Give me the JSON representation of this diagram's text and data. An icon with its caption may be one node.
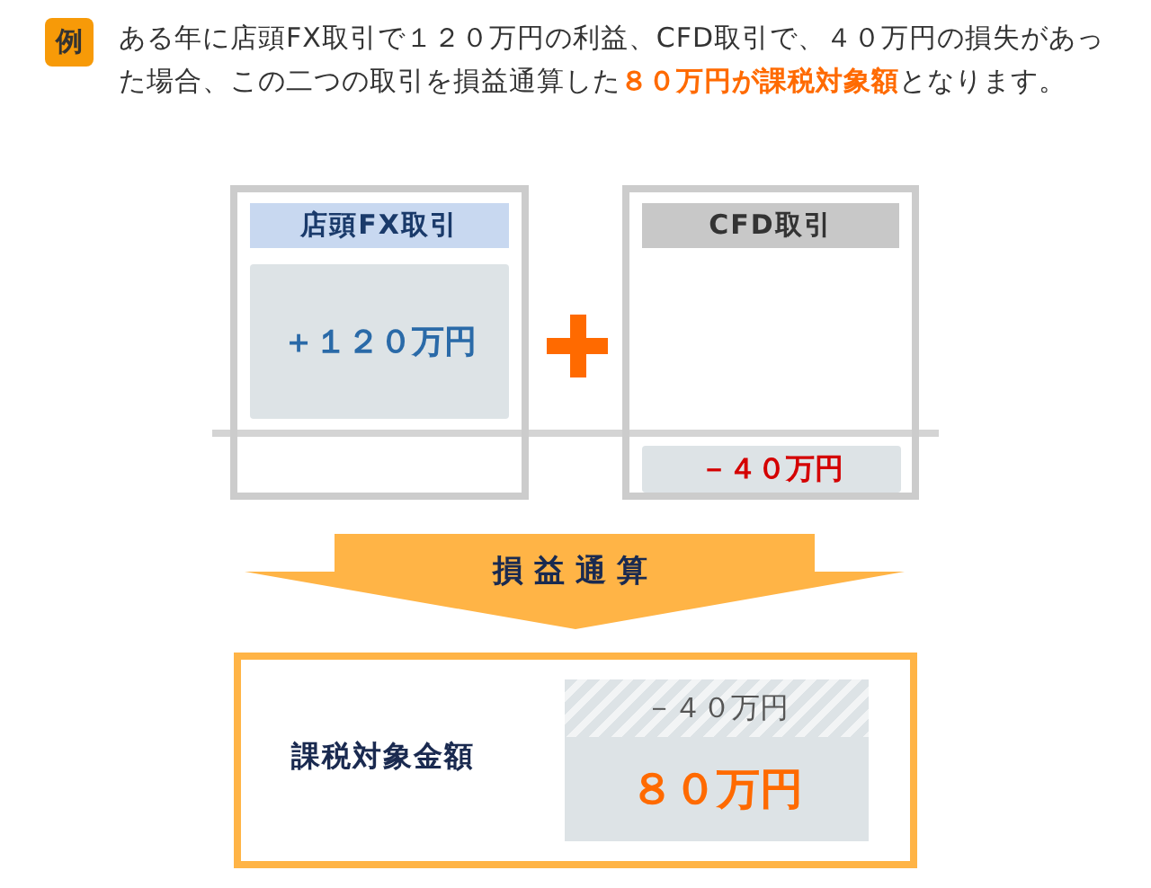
{
  "diagram": {
    "title": "ある年に店頭FX取引で１２０万円の利益、CFD取引で、４０万円の損失があった場合、この二つの取引を損益通算した**８０万円が課税対象額**となります。",
    "nodes": [
      {
        "text": [
          "店頭FX取引"
        ]
      },
      {
        "text": [
          "＋１２０万円"
        ],
        "in": 0
      },
      {
        "text": [
          "CFD取引"
        ]
      },
      {
        "text": [
          "－４０万円"
        ],
        "in": 2
      },
      {
        "text": [
          "損益通算"
        ]
      },
      {
        "text": [
          "課税対象金額"
        ]
      },
      {
        "text": [
          "－４０万円"
        ],
        "in": 5
      },
      {
        "text": [
          "８０万円"
        ],
        "in": 5
      }
    ],
    "labels": [
      "例"
    ]
  }
}
